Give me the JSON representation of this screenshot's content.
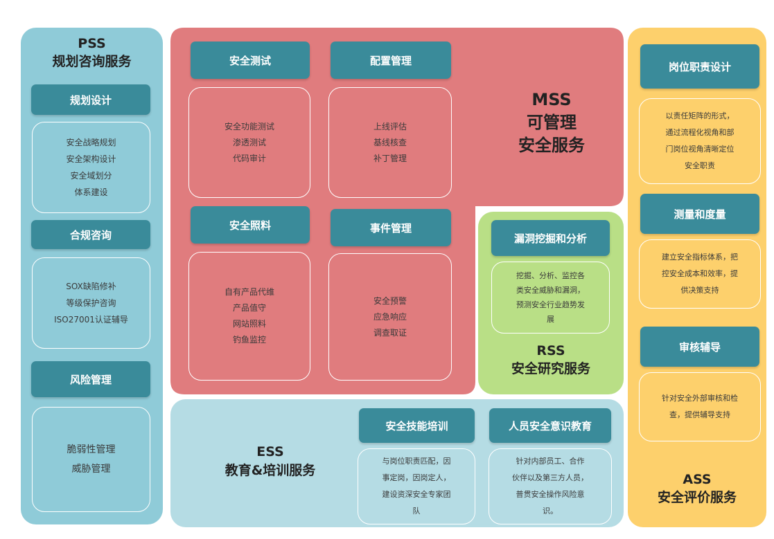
{
  "pss": {
    "title_line1": "PSS",
    "title_line2": "规划咨询服务",
    "planning": {
      "header": "规划设计",
      "items": [
        "安全战略规划",
        "安全架构设计",
        "安全域划分",
        "体系建设"
      ]
    },
    "compliance": {
      "header": "合规咨询",
      "items": [
        "SOX缺陷修补",
        "等级保护咨询",
        "ISO27001认证辅导"
      ]
    },
    "risk": {
      "header": "风险管理",
      "items": [
        "脆弱性管理",
        "威胁管理"
      ]
    }
  },
  "mss": {
    "title_line1": "MSS",
    "title_line2": "可管理",
    "title_line3": "安全服务",
    "security_testing": {
      "header": "安全测试",
      "items": [
        "安全功能测试",
        "渗透测试",
        "代码审计"
      ]
    },
    "config_management": {
      "header": "配置管理",
      "items": [
        "上线评估",
        "基线核查",
        "补丁管理"
      ]
    },
    "security_care": {
      "header": "安全照料",
      "items": [
        "自有产品代维",
        "产品值守",
        "网站照料",
        "钓鱼监控"
      ]
    },
    "incident_management": {
      "header": "事件管理",
      "items": [
        "安全预警",
        "应急响应",
        "调查取证"
      ]
    }
  },
  "rss": {
    "title_line1": "RSS",
    "title_line2": "安全研究服务",
    "vuln": {
      "header": "漏洞挖掘和分析",
      "lines": [
        "挖掘、分析、监控各",
        "类安全威胁和漏洞，",
        "预测安全行业趋势发",
        "展"
      ]
    }
  },
  "ess": {
    "title_line1": "ESS",
    "title_line2": "教育&培训服务",
    "skills_training": {
      "header": "安全技能培训",
      "lines": [
        "与岗位职责匹配，因",
        "事定岗，因岗定人，",
        "建设资深安全专家团",
        "队"
      ]
    },
    "awareness_education": {
      "header": "人员安全意识教育",
      "lines": [
        "针对内部员工、合作",
        "伙伴以及第三方人员，",
        "普贯安全操作风险意",
        "识。"
      ]
    }
  },
  "ass": {
    "title_line1": "ASS",
    "title_line2": "安全评价服务",
    "job_design": {
      "header": "岗位职责设计",
      "lines": [
        "以责任矩阵的形式，",
        "通过流程化视角和部",
        "门岗位视角清晰定位",
        "安全职责"
      ]
    },
    "measurement": {
      "header": "测量和度量",
      "lines": [
        "建立安全指标体系，把",
        "控安全成本和效率，提",
        "供决策支持"
      ]
    },
    "audit": {
      "header": "审核辅导",
      "lines": [
        "针对安全外部审核和检",
        "查，提供辅导支持"
      ]
    }
  },
  "colors": {
    "pss_bg": "#8fcbd8",
    "mss_bg": "#e07c7e",
    "rss_bg": "#b9df86",
    "ess_bg": "#b5dce4",
    "ass_bg": "#fdd06c",
    "header_bg": "#3a8b9a"
  }
}
